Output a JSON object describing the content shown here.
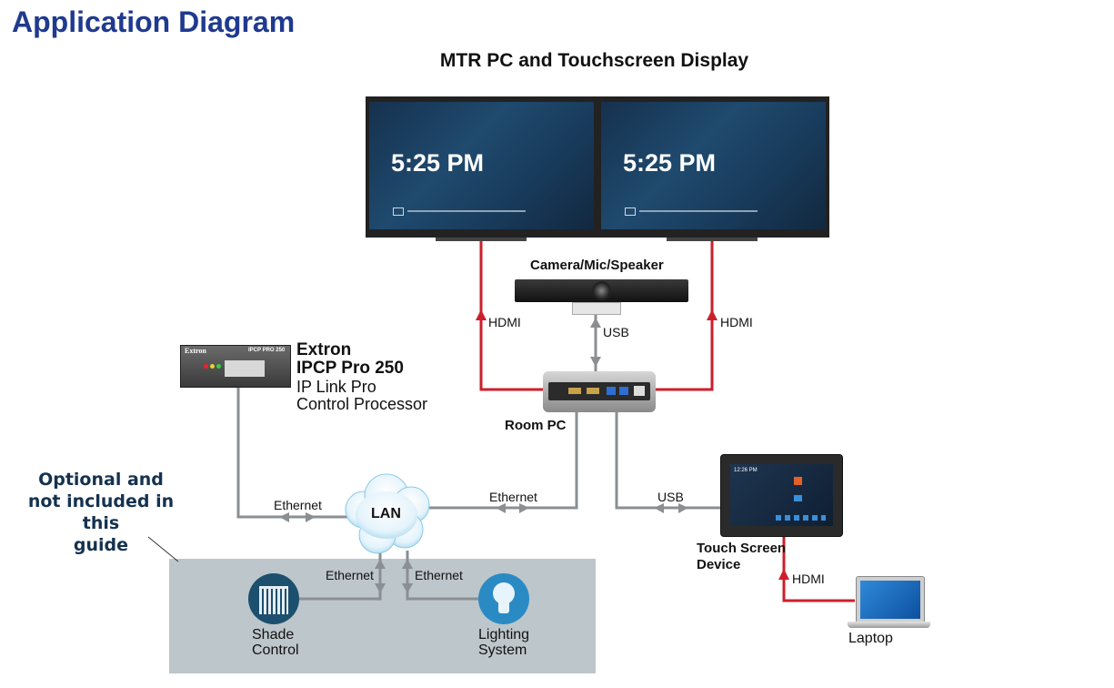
{
  "title": "Application Diagram",
  "subtitle": "MTR PC and Touchscreen Display",
  "displays": {
    "left_time": "5:25 PM",
    "right_time": "5:25 PM"
  },
  "camera_label": "Camera/Mic/Speaker",
  "room_pc_label": "Room PC",
  "extron": {
    "name_line1": "Extron",
    "name_line2": "IPCP Pro 250",
    "desc_line1": "IP Link Pro",
    "desc_line2": "Control Processor",
    "device_badge": "Extron",
    "device_model": "IPCP PRO 250"
  },
  "lan_label": "LAN",
  "touch_screen": {
    "line1": "Touch Screen",
    "line2": "Device",
    "screen_time": "12:26 PM"
  },
  "laptop_label": "Laptop",
  "optional_note": {
    "line1": "Optional and",
    "line2": "not included in this",
    "line3": "guide"
  },
  "shade": {
    "line1": "Shade",
    "line2": "Control"
  },
  "lighting": {
    "line1": "Lighting",
    "line2": "System"
  },
  "connections": {
    "hdmi_left": "HDMI",
    "hdmi_right": "HDMI",
    "usb_camera": "USB",
    "ethernet_extron": "Ethernet",
    "ethernet_pc": "Ethernet",
    "usb_touch": "USB",
    "ethernet_shade": "Ethernet",
    "ethernet_lighting": "Ethernet",
    "hdmi_laptop": "HDMI"
  },
  "colors": {
    "title": "#1f3a8f",
    "hdmi_line": "#cc1f2a",
    "ethernet_line": "#8a8f93",
    "gray_area": "#bdc6cb",
    "icon_circle": "#1d4f6e",
    "lighting_circle": "#2a8bc4"
  }
}
